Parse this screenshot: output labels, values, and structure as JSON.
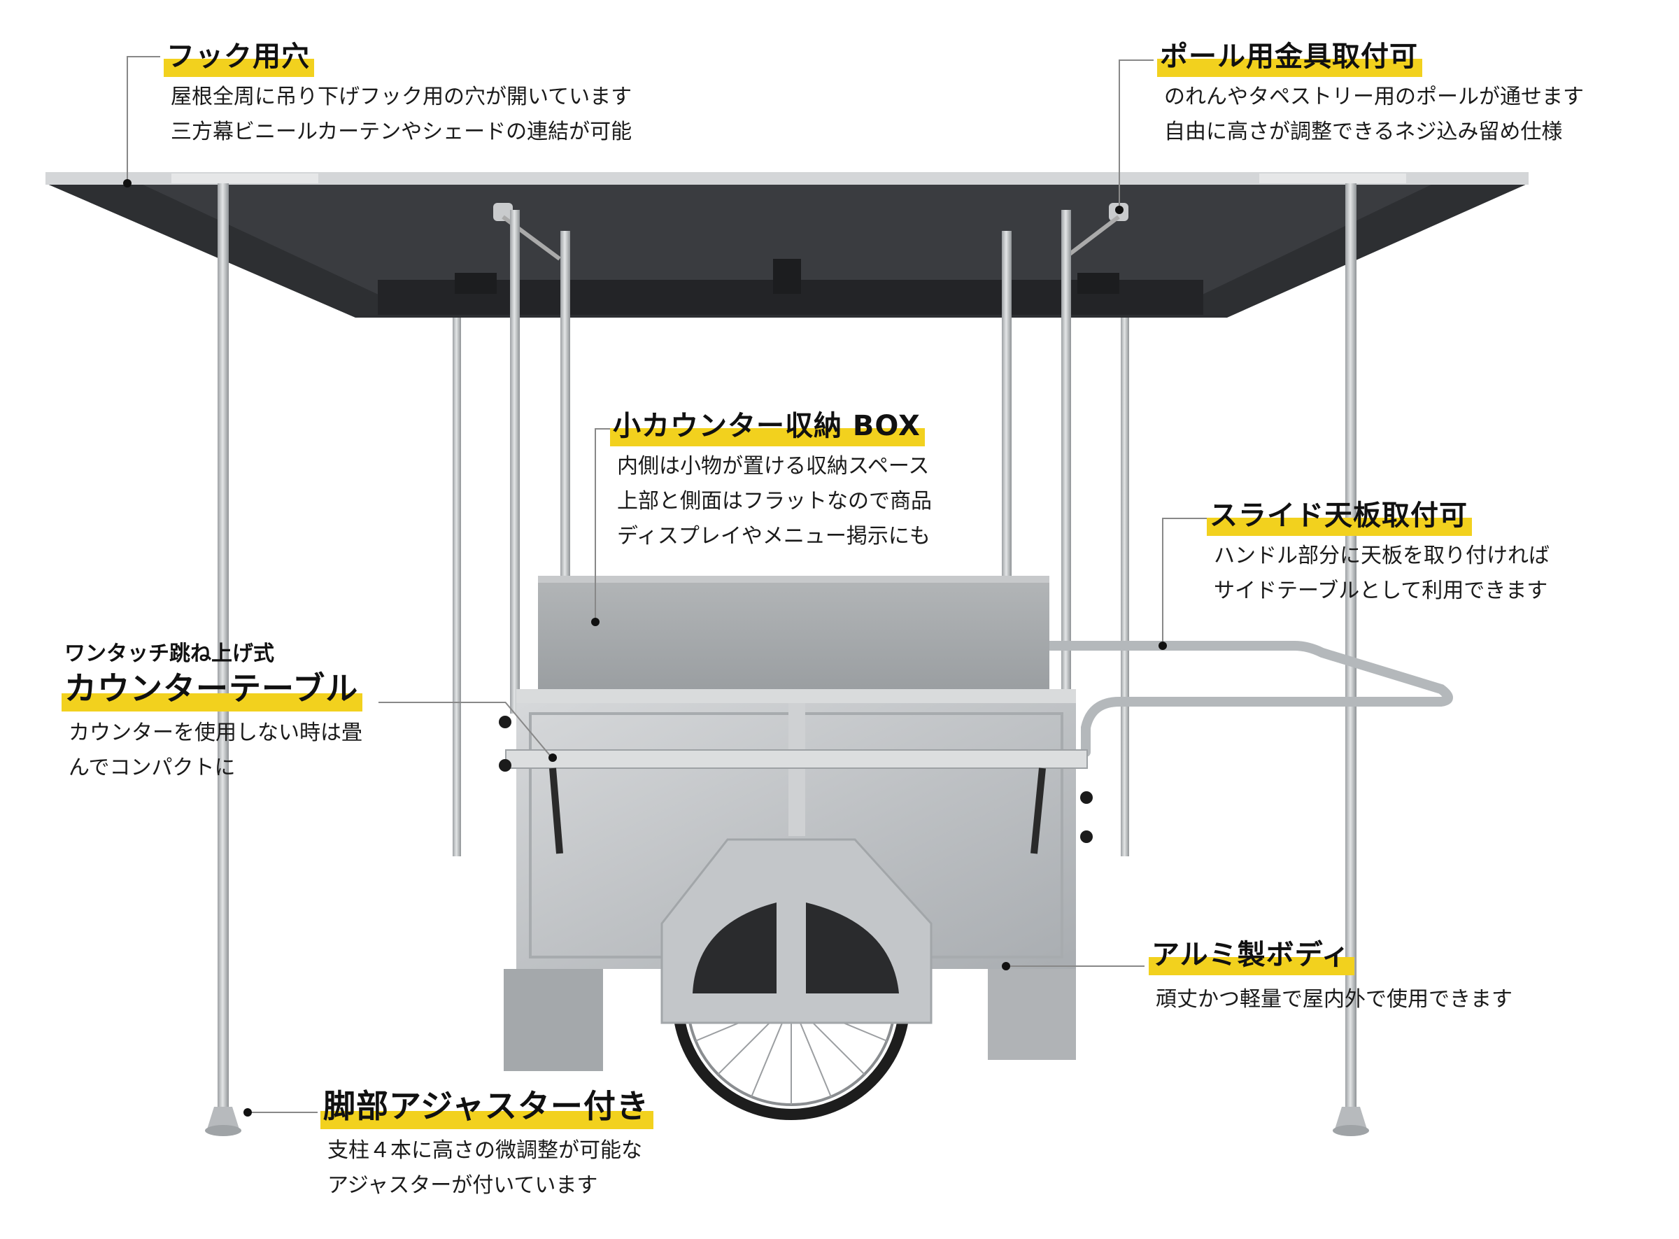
{
  "colors": {
    "highlight": "#F2D11E",
    "text": "#111111",
    "leader": "#888888",
    "aluminum": "#c8cbcd",
    "roof_underside": "#2e3033"
  },
  "callouts": {
    "hook": {
      "title": "フック用穴",
      "lines": [
        "屋根全周に吊り下げフック用の穴が開いています",
        "三方幕ビニールカーテンやシェードの連結が可能"
      ]
    },
    "pole": {
      "title": "ポール用金具取付可",
      "lines": [
        "のれんやタペストリー用のポールが通せます",
        "自由に高さが調整できるネジ込み留め仕様"
      ]
    },
    "box": {
      "title": "小カウンター収納 BOX",
      "lines": [
        "内側は小物が置ける収納スペース",
        "上部と側面はフラットなので商品",
        "ディスプレイやメニュー掲示にも"
      ]
    },
    "slide": {
      "title": "スライド天板取付可",
      "lines": [
        "ハンドル部分に天板を取り付ければ",
        "サイドテーブルとして利用できます"
      ]
    },
    "counter": {
      "subtitle": "ワンタッチ跳ね上げ式",
      "title": "カウンターテーブル",
      "lines": [
        "カウンターを使用しない時は畳",
        "んでコンパクトに"
      ]
    },
    "body": {
      "title": "アルミ製ボディ",
      "lines": [
        "頑丈かつ軽量で屋内外で使用できます"
      ]
    },
    "adjuster": {
      "title": "脚部アジャスター付き",
      "lines": [
        "支柱４本に高さの微調整が可能な",
        "アジャスターが付いています"
      ]
    }
  }
}
